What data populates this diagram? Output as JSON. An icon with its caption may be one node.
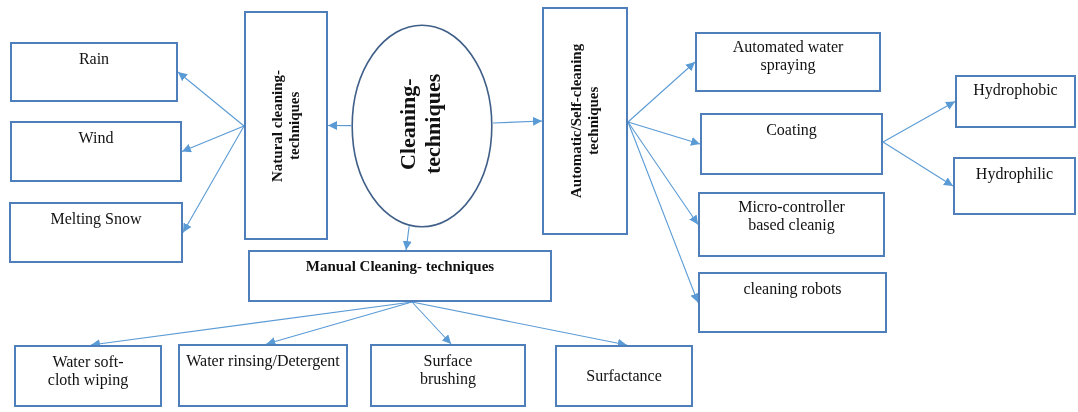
{
  "diagram": {
    "nodes": [
      {
        "text": [
          "Rain"
        ]
      },
      {
        "text": [
          "Wind"
        ]
      },
      {
        "text": [
          "Melting Snow"
        ]
      },
      {
        "text": [
          "Natural cleaning- techniques"
        ]
      },
      {
        "text": [
          "Cleaning- techniques"
        ]
      },
      {
        "text": [
          "Automatic/Self-cleaning techniques"
        ]
      },
      {
        "text": [
          "Automated water spraying"
        ]
      },
      {
        "text": [
          "Hydrophobic"
        ]
      },
      {
        "text": [
          "Coating"
        ]
      },
      {
        "text": [
          "Hydrophilic"
        ]
      },
      {
        "text": [
          "Micro-controller based cleanig"
        ]
      },
      {
        "text": [
          "Manual Cleaning- techniques"
        ]
      },
      {
        "text": [
          "cleaning robots"
        ]
      },
      {
        "text": [
          "Water soft- cloth wiping"
        ]
      },
      {
        "text": [
          "Water rinsing/Detergent"
        ]
      },
      {
        "text": [
          "Surface brushing"
        ]
      },
      {
        "text": [
          "Surfactance"
        ]
      }
    ],
    "edges": [
      {
        "from": 3,
        "to": 0,
        "arrow": "to"
      },
      {
        "from": 3,
        "to": 1,
        "arrow": "to"
      },
      {
        "from": 3,
        "to": 2,
        "arrow": "to"
      },
      {
        "from": 4,
        "to": 3,
        "arrow": "to"
      },
      {
        "from": 4,
        "to": 5,
        "arrow": "to"
      },
      {
        "from": 4,
        "to": 11,
        "arrow": "to"
      },
      {
        "from": 5,
        "to": 6,
        "arrow": "to"
      },
      {
        "from": 5,
        "to": 8,
        "arrow": "to"
      },
      {
        "from": 5,
        "to": 10,
        "arrow": "to"
      },
      {
        "from": 5,
        "to": 12,
        "arrow": "to"
      },
      {
        "from": 8,
        "to": 7,
        "arrow": "to"
      },
      {
        "from": 8,
        "to": 9,
        "arrow": "to"
      },
      {
        "from": 11,
        "to": 13,
        "arrow": "to"
      },
      {
        "from": 11,
        "to": 14,
        "arrow": "to"
      },
      {
        "from": 11,
        "to": 15,
        "arrow": "to"
      },
      {
        "from": 11,
        "to": 16,
        "arrow": "to"
      }
    ]
  }
}
